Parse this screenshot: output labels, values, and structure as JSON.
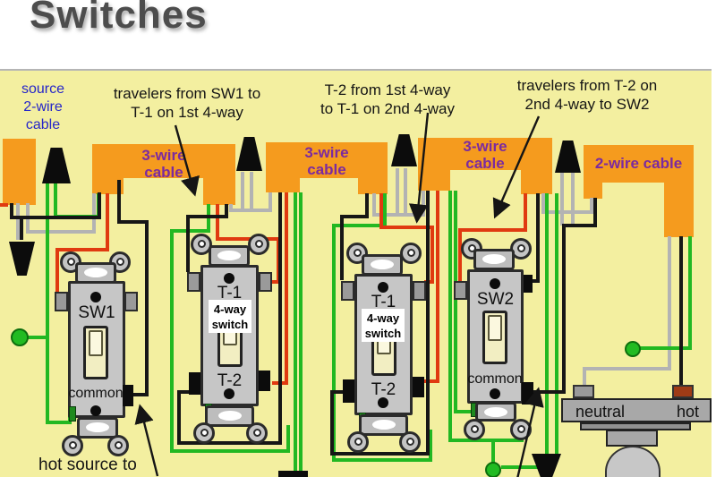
{
  "title": "Switches",
  "annotations": {
    "source_cable_lines": [
      "source",
      "2-wire",
      "cable"
    ],
    "travelers_sw1_lines": [
      "travelers from SW1 to",
      "T-1 on 1st 4-way"
    ],
    "t2_route_lines": [
      "T-2 from 1st 4-way",
      "to T-1 on 2nd 4-way"
    ],
    "travelers_t2_lines": [
      "travelers from T-2 on",
      "2nd 4-way to SW2"
    ],
    "hot_source": "hot source to"
  },
  "cables": {
    "cable1_lines": [
      "3-wire",
      "cable"
    ],
    "cable2_lines": [
      "3-wire",
      "cable"
    ],
    "cable3_lines": [
      "3-wire",
      "cable"
    ],
    "cable4_label": "2-wire cable"
  },
  "switches": [
    {
      "id": "sw1",
      "top_label": "SW1",
      "bottom_label": "common"
    },
    {
      "id": "four-way-1",
      "top_label": "T-1",
      "tag_lines": [
        "4-way",
        "switch"
      ],
      "bottom_label": "T-2"
    },
    {
      "id": "four-way-2",
      "top_label": "T-1",
      "tag_lines": [
        "4-way",
        "switch"
      ],
      "bottom_label": "T-2"
    },
    {
      "id": "sw2",
      "top_label": "SW2",
      "bottom_label": "common"
    }
  ],
  "fixture": {
    "neutral_label": "neutral",
    "hot_label": "hot"
  },
  "colors": {
    "background": "#F3EFA0",
    "cable_orange": "#F59B1E",
    "label_purple": "#7B2AA0",
    "label_blue": "#2626C9",
    "wire_green": "#22B822",
    "wire_red": "#E03A10",
    "wire_gray": "#B3B3B3",
    "wire_black": "#161616"
  }
}
